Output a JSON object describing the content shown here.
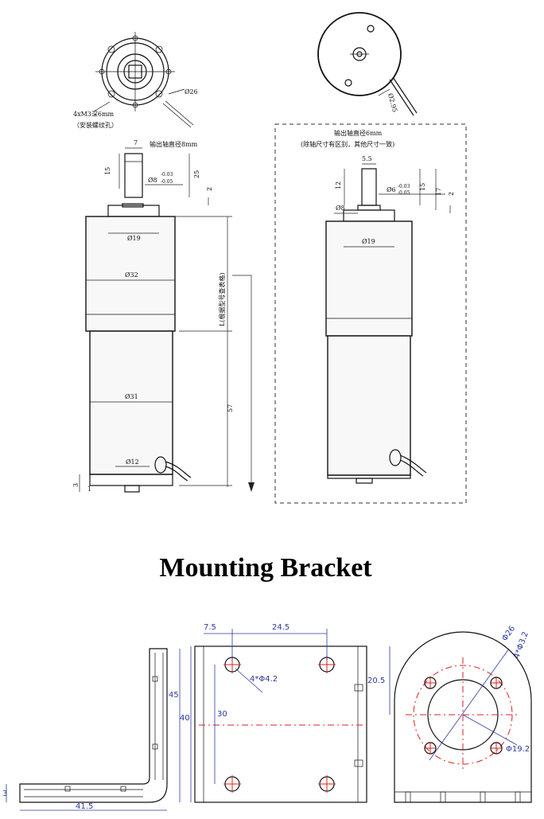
{
  "motor_top_view": {
    "label_mount_holes": "4xM3深6mm",
    "label_mount_holes_cn": "（安装螺纹孔）",
    "dia_flange": "Ø26"
  },
  "encoder_view": {
    "dia_label": "Ø2.95"
  },
  "motor_left": {
    "shaft_note": "输出轴直径8mm",
    "dim_7": "7",
    "dim_15": "15",
    "dim_25": "25",
    "dim_2": "2",
    "shaft_tol_main": "Ø8",
    "shaft_tol_up": "-0.03",
    "shaft_tol_low": "-0.05",
    "dia_19": "Ø19",
    "dia_32": "Ø32",
    "dia_31": "Ø31",
    "dia_12": "Ø12",
    "length_label": "L(根据型号查表格)",
    "dim_57": "57",
    "dim_3": "3",
    "dim_1": "1"
  },
  "motor_right": {
    "shaft_note": "输出轴直径6mm",
    "shaft_note_2": "(除轴尺寸有区别，其他尺寸一致)",
    "dim_55": "5.5",
    "dim_12": "12",
    "dim_15": "15",
    "dim_17": "17",
    "dim_2": "2",
    "shaft_tol_main": "Ø6",
    "shaft_tol_up": "-0.03",
    "shaft_tol_low": "-0.05",
    "dia_8": "Ø8",
    "dia_19": "Ø19"
  },
  "section_title": "Mounting Bracket",
  "bracket_side": {
    "dim_45": "45",
    "dim_3": "3",
    "dim_415": "41.5"
  },
  "bracket_front": {
    "dim_75": "7.5",
    "dim_245": "24.5",
    "dim_40": "40",
    "dim_30": "30",
    "hole_label": "4*Φ4.2"
  },
  "bracket_end": {
    "dim_205": "20.5",
    "dia_26": "Φ26",
    "hole_label": "4*Φ3.2",
    "dia_192": "Φ19.2"
  },
  "colors": {
    "dimension_blue": "#2b3a9e",
    "centerline_red": "#dd2222"
  }
}
